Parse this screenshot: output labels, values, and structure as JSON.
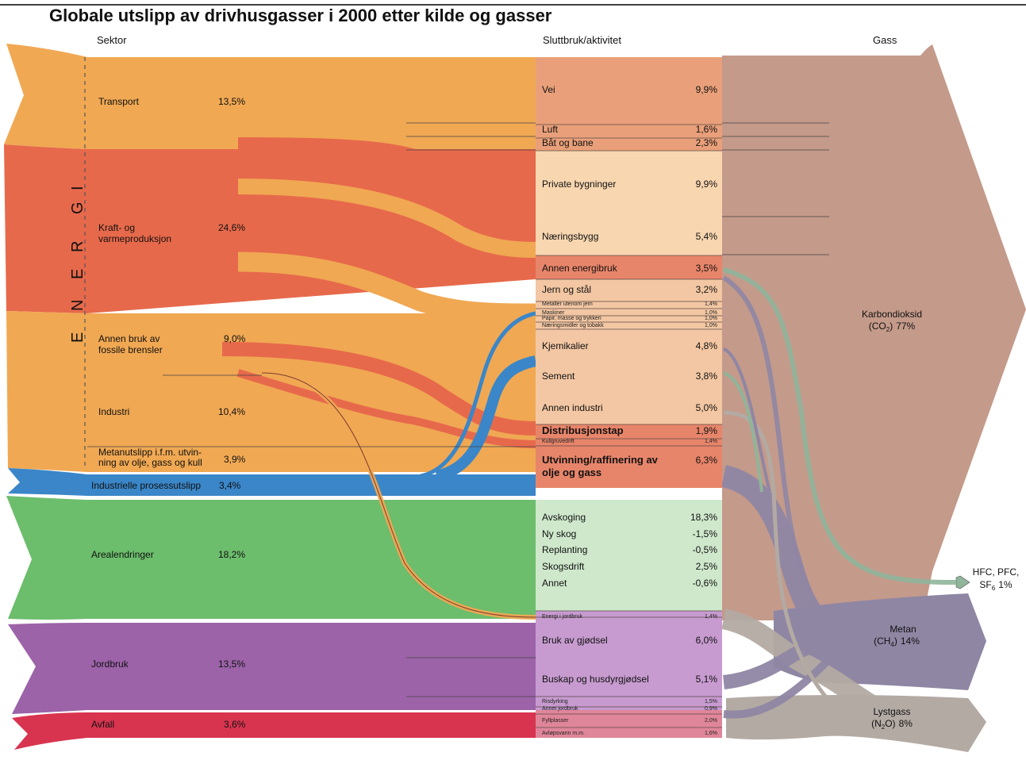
{
  "title": "Globale utslipp av drivhusgasser i 2000 etter kilde og gasser",
  "headers": {
    "sektor": "Sektor",
    "sluttbruk": "Sluttbruk/aktivitet",
    "gass": "Gass"
  },
  "energi_label": [
    "E",
    "N",
    "E",
    "R",
    "G",
    "I"
  ],
  "colors": {
    "orange": "#f0a853",
    "red": "#e7694b",
    "blue": "#3a86c8",
    "green": "#6cbd6c",
    "purple": "#9c63a8",
    "crimson": "#d8344f",
    "co2": "#c49a8a",
    "ch4": "#8f86a4",
    "n2o": "#b3aaa3",
    "hfc": "#8fb59a"
  },
  "sectors": [
    {
      "id": "transport",
      "name": "Transport",
      "value": "13,5%",
      "color": "#f0a853"
    },
    {
      "id": "kraft",
      "name": "Kraft- og\nvarmeproduksjon",
      "value": "24,6%",
      "color": "#e7694b"
    },
    {
      "id": "annen",
      "name": "Annen bruk av\nfossile brensler",
      "value": "9,0%",
      "color": "#f0a853"
    },
    {
      "id": "industri",
      "name": "Industri",
      "value": "10,4%",
      "color": "#f0a853"
    },
    {
      "id": "metan",
      "name": "Metanutslipp i.f.m. utvin-\nning av olje, gass og kull",
      "value": "3,9%",
      "color": "#f0a853"
    },
    {
      "id": "prosess",
      "name": "Industrielle prosessutslipp",
      "value": "3,4%",
      "color": "#3a86c8"
    },
    {
      "id": "areal",
      "name": "Arealendringer",
      "value": "18,2%",
      "color": "#6cbd6c"
    },
    {
      "id": "jordbruk",
      "name": "Jordbruk",
      "value": "13,5%",
      "color": "#9c63a8"
    },
    {
      "id": "avfall",
      "name": "Avfall",
      "value": "3,6%",
      "color": "#d8344f"
    }
  ],
  "enduses": [
    {
      "name": "Vei",
      "value": "9,9%",
      "color": "#e9a07a"
    },
    {
      "name": "Luft",
      "value": "1,6%",
      "color": "#e9a07a"
    },
    {
      "name": "Båt og bane",
      "value": "2,3%",
      "color": "#e9a07a"
    },
    {
      "name": "Private bygninger",
      "value": "9,9%",
      "color": "#f8d6b0"
    },
    {
      "name": "Næringsbygg",
      "value": "5,4%",
      "color": "#f8d6b0"
    },
    {
      "name": "Annen energibruk",
      "value": "3,5%",
      "color": "#e7856a"
    },
    {
      "name": "Jern og stål",
      "value": "3,2%",
      "color": "#f3c7a3"
    },
    {
      "name": "Metaller utenom jern",
      "value": "1,4%",
      "color": "#f3c7a3"
    },
    {
      "name": "Maskiner",
      "value": "1,0%",
      "color": "#f3c7a3"
    },
    {
      "name": "Papir, masse og trykkeri",
      "value": "1,0%",
      "color": "#f3c7a3"
    },
    {
      "name": "Næringsmidler og tobakk",
      "value": "1,0%",
      "color": "#f3c7a3"
    },
    {
      "name": "Kjemikalier",
      "value": "4,8%",
      "color": "#f3c7a3"
    },
    {
      "name": "Sement",
      "value": "3,8%",
      "color": "#f3c7a3"
    },
    {
      "name": "Annen industri",
      "value": "5,0%",
      "color": "#f3c7a3"
    },
    {
      "name": "Distribusjonstap",
      "value": "1,9%",
      "color": "#e7856a"
    },
    {
      "name": "Kullgruvedrift",
      "value": "1,4%",
      "color": "#e7856a"
    },
    {
      "name": "Utvinning/raffinering av\nolje og gass",
      "value": "6,3%",
      "color": "#e7856a"
    },
    {
      "name": "Avskoging",
      "value": "18,3%",
      "color": "#cfe8cc"
    },
    {
      "name": "Ny skog",
      "value": "-1,5%",
      "color": "#cfe8cc"
    },
    {
      "name": "Replanting",
      "value": "-0,5%",
      "color": "#cfe8cc"
    },
    {
      "name": "Skogsdrift",
      "value": "2,5%",
      "color": "#cfe8cc"
    },
    {
      "name": "Annet",
      "value": "-0,6%",
      "color": "#cfe8cc"
    },
    {
      "name": "Energi i jordbruk",
      "value": "1,4%",
      "color": "#c79bd0"
    },
    {
      "name": "Bruk av gjødsel",
      "value": "6,0%",
      "color": "#c79bd0"
    },
    {
      "name": "Buskap og husdyrgjødsel",
      "value": "5,1%",
      "color": "#c79bd0"
    },
    {
      "name": "Risdyrking",
      "value": "1,5%",
      "color": "#c79bd0"
    },
    {
      "name": "Annet jordbruk",
      "value": "0,9%",
      "color": "#c79bd0"
    },
    {
      "name": "Fyllplasser",
      "value": "2,0%",
      "color": "#e0869a"
    },
    {
      "name": "Avløpsvann m.m.",
      "value": "1,6%",
      "color": "#e0869a"
    }
  ],
  "gases": [
    {
      "name": "Karbondioksid",
      "sub": "(CO",
      "subnum": "2",
      "subend": ")",
      "value": "77%",
      "color": "#c49a8a"
    },
    {
      "name": "Metan",
      "sub": "(CH",
      "subnum": "4",
      "subend": ")",
      "value": "14%",
      "color": "#8f86a4"
    },
    {
      "name": "Lystgass",
      "sub": "(N",
      "subnum": "2",
      "subend": "O)",
      "value": "8%",
      "color": "#b3aaa3"
    },
    {
      "name": "HFC, PFC,",
      "sub": "SF",
      "subnum": "6",
      "subend": "",
      "value": "1%",
      "color": "#8fb59a"
    }
  ]
}
